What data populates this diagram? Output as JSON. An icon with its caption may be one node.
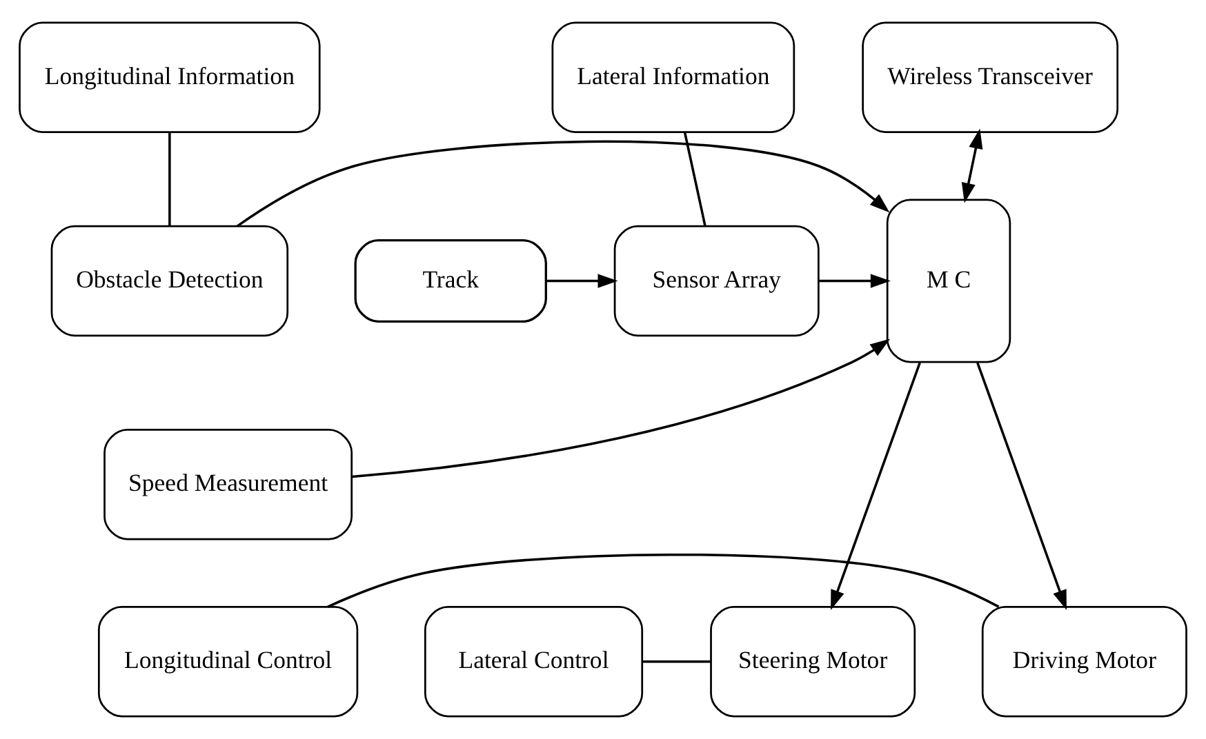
{
  "diagram": {
    "nodes": [
      {
        "text": [
          "Longitudinal Information"
        ]
      },
      {
        "text": [
          "Wireless Transceiver"
        ]
      },
      {
        "text": [
          "Lateral Information"
        ]
      },
      {
        "text": [
          "Obstacle Detection"
        ]
      },
      {
        "text": [
          "M C"
        ]
      },
      {
        "text": [
          "Sensor Array"
        ]
      },
      {
        "text": [
          "Track"
        ]
      },
      {
        "text": [
          "Speed Measurement"
        ]
      },
      {
        "text": [
          "Driving Motor"
        ]
      },
      {
        "text": [
          "Steering Motor"
        ]
      },
      {
        "text": [
          "Longitudinal Control"
        ]
      },
      {
        "text": [
          "Lateral Control"
        ]
      }
    ],
    "edges": [
      {
        "from": 0,
        "to": 3,
        "arrow": "none"
      },
      {
        "from": 2,
        "to": 5,
        "arrow": "none"
      },
      {
        "from": 1,
        "to": 4,
        "arrow": "both"
      },
      {
        "from": 3,
        "to": 4,
        "arrow": "to"
      },
      {
        "from": 7,
        "to": 4,
        "arrow": "to"
      },
      {
        "from": 6,
        "to": 5,
        "arrow": "to"
      },
      {
        "from": 5,
        "to": 4,
        "arrow": "to"
      },
      {
        "from": 4,
        "to": 8,
        "arrow": "to"
      },
      {
        "from": 4,
        "to": 9,
        "arrow": "to"
      },
      {
        "from": 10,
        "to": 8,
        "arrow": "none"
      },
      {
        "from": 11,
        "to": 9,
        "arrow": "none"
      }
    ]
  }
}
